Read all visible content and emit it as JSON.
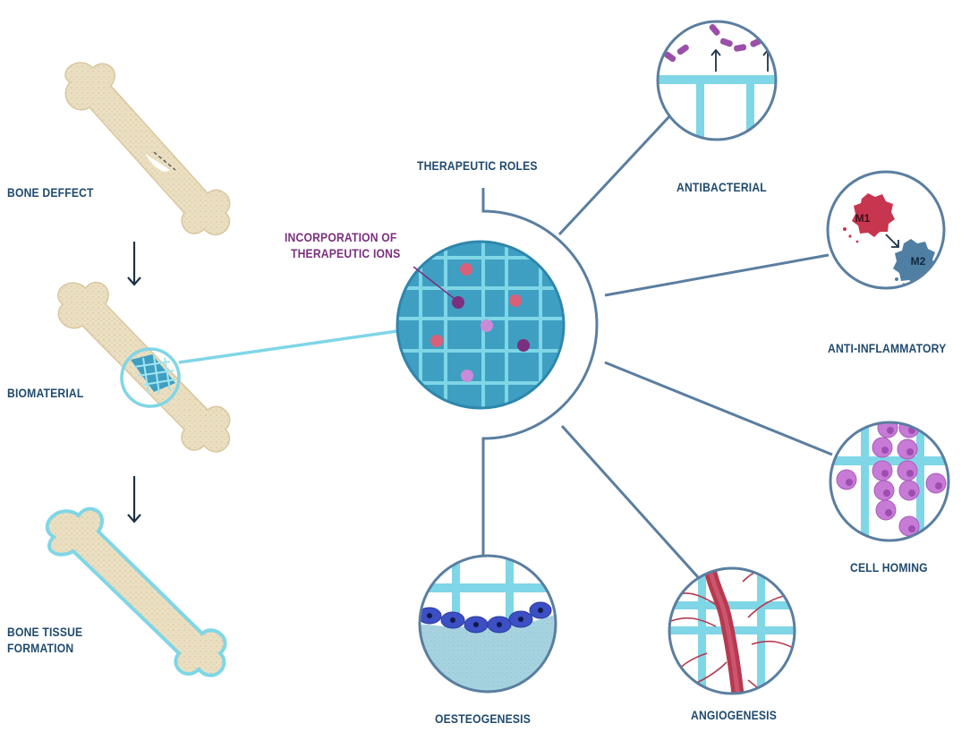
{
  "labels": {
    "bone_defect": "BONE DEFFECT",
    "biomaterial": "BIOMATERIAL",
    "bone_tissue_formation_1": "BONE TISSUE",
    "bone_tissue_formation_2": "FORMATION",
    "therapeutic_roles": "THERAPEUTIC ROLES",
    "incorporation_1": "INCORPORATION OF",
    "incorporation_2": "THERAPEUTIC IONS",
    "antibacterial": "ANTIBACTERIAL",
    "anti_inflammatory": "ANTI-INFLAMMATORY",
    "cell_homing": "CELL HOMING",
    "angiogenesis": "ANGIOGENESIS",
    "osteogenesis": "OESTEOGENESIS",
    "m1": "M1",
    "m2": "M2"
  },
  "colors": {
    "bone": "#e9dcbb",
    "bone_outline": "#d8c79e",
    "scaffold": "#7fd6e6",
    "scaffold_dark": "#3f9fc2",
    "connector": "#5a7ea0",
    "text": "#1f4a6e",
    "ion_purple": "#7b2f7e",
    "ion_red": "#d9607a",
    "ion_lilac": "#c98bd8",
    "bacteria": "#9a4fa8",
    "m1": "#c8354e",
    "m2": "#4f7fa3",
    "cell": "#c77bd6",
    "vessel": "#b53a50",
    "osteo_cell": "#3d4fc4",
    "osteo_bg": "#a9d6e2"
  }
}
